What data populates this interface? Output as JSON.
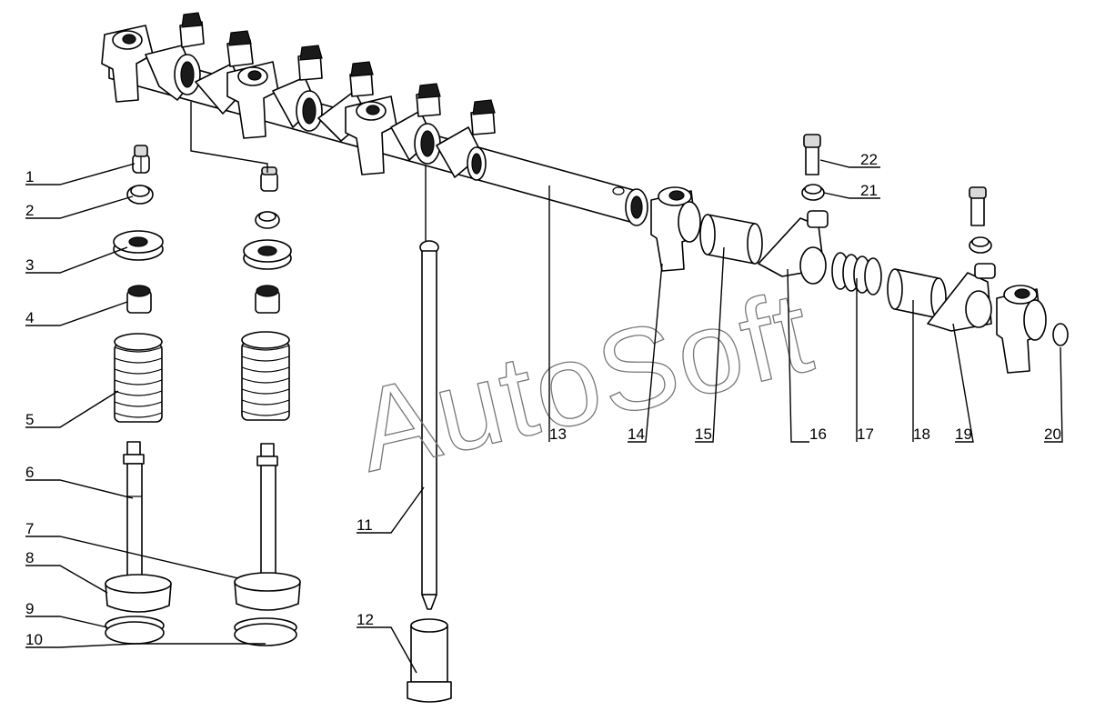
{
  "watermark": "AutoSoft",
  "callouts": [
    "1",
    "2",
    "3",
    "4",
    "5",
    "6",
    "7",
    "8",
    "9",
    "10",
    "11",
    "12",
    "13",
    "14",
    "15",
    "16",
    "17",
    "18",
    "19",
    "20",
    "21",
    "22"
  ]
}
